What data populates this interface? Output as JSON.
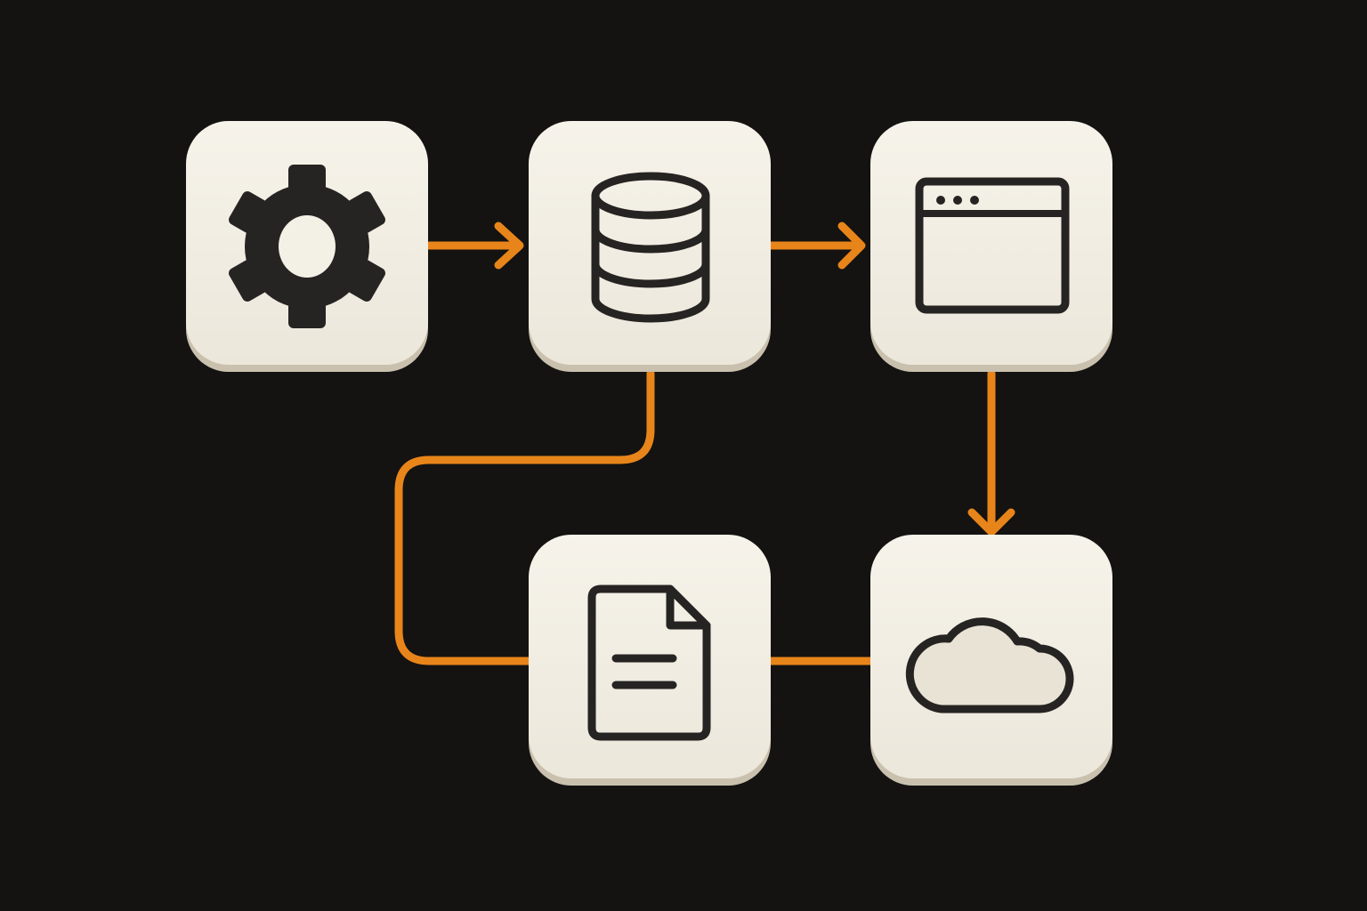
{
  "diagram": {
    "background_color": "#141312",
    "connector_color": "#E8851A",
    "tile_color": "#F3F0E6",
    "tile_shadow_color": "#C9C0AE",
    "icon_color": "#262422",
    "nodes": [
      {
        "id": "settings",
        "icon": "gear-icon"
      },
      {
        "id": "database",
        "icon": "database-icon"
      },
      {
        "id": "browser",
        "icon": "browser-window-icon"
      },
      {
        "id": "document",
        "icon": "document-icon"
      },
      {
        "id": "cloud",
        "icon": "cloud-icon"
      }
    ],
    "edges": [
      {
        "from": "settings",
        "to": "database",
        "arrow": true
      },
      {
        "from": "database",
        "to": "browser",
        "arrow": true
      },
      {
        "from": "browser",
        "to": "cloud",
        "arrow": true
      },
      {
        "from": "database",
        "to": "document",
        "arrow": false
      },
      {
        "from": "document",
        "to": "cloud",
        "arrow": false
      }
    ]
  }
}
